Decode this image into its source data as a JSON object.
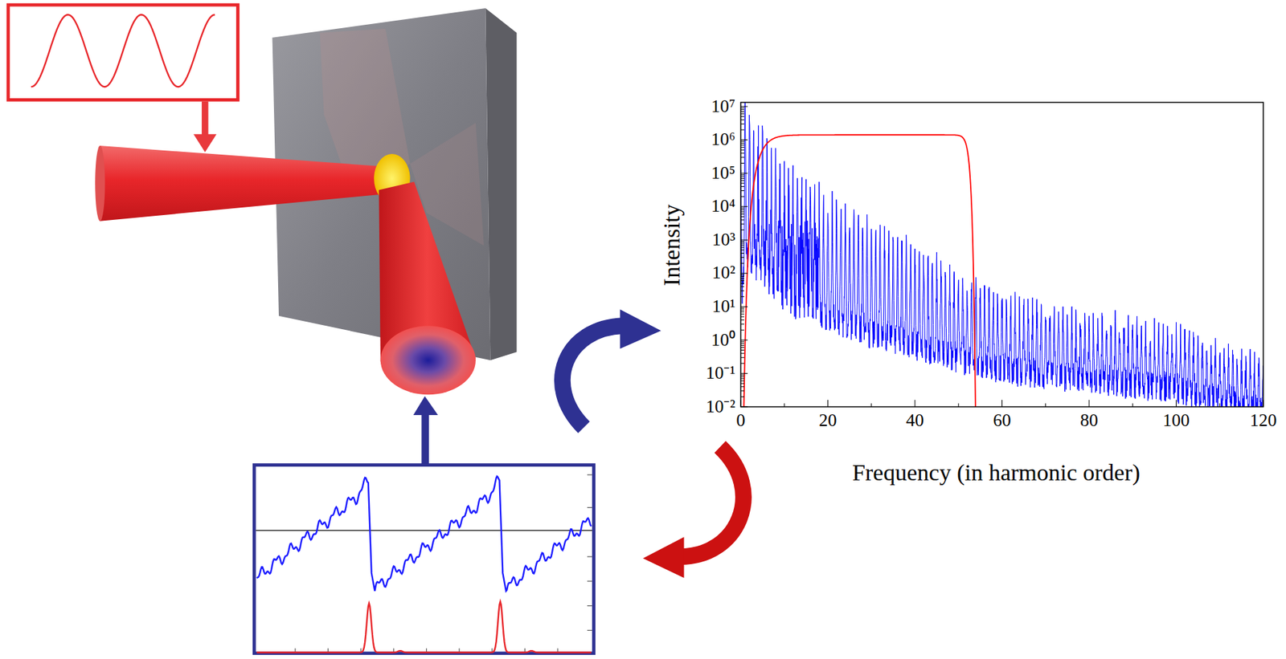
{
  "diagram": {
    "labels": [
      "10⁷",
      "10⁶",
      "10⁵",
      "10⁴",
      "10³",
      "10²",
      "10¹",
      "10⁰",
      "10⁻¹",
      "10⁻²",
      "0",
      "20",
      "40",
      "60",
      "80",
      "100",
      "120",
      "Intensity",
      "Frequency (in harmonic order)"
    ]
  }
}
